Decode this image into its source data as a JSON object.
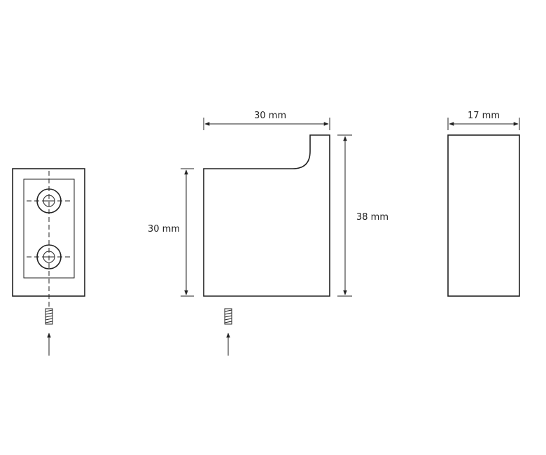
{
  "dimensions": {
    "front_width": "30 mm",
    "front_height": "30 mm",
    "total_height": "38 mm",
    "side_width": "17 mm"
  }
}
